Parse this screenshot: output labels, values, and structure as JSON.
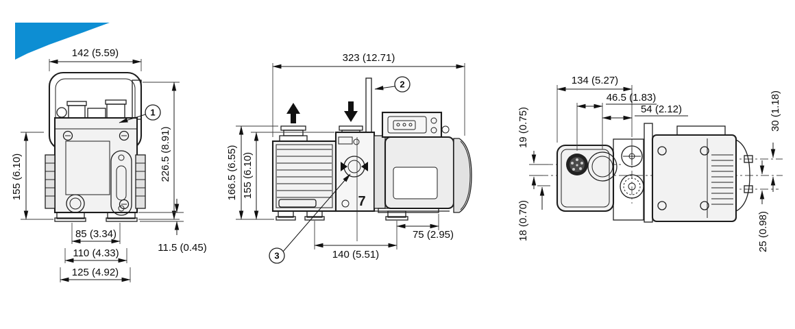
{
  "colors": {
    "swoosh_blue": "#0d8ed3",
    "line_black": "#1d1d1d",
    "background": "#ffffff"
  },
  "drawing": {
    "views": {
      "front": {
        "dims": {
          "handle_width": "142 (5.59)",
          "body_height": "155 (6.10)",
          "overall_height": "226.5 (8.91)",
          "foot_height": "11.5 (0.45)",
          "slot_spacing": "85 (3.34)",
          "foot_spacing": "110 (4.33)",
          "base_width": "125 (4.92)"
        },
        "callout": "1"
      },
      "side": {
        "dims": {
          "overall_length": "323 (12.71)",
          "intake_height": "166.5 (6.55)",
          "housing_height": "155 (6.10)",
          "foot_pitch": "140 (5.51)",
          "base_overhang": "75 (2.95)"
        },
        "callout_exhaust": "2",
        "callout_sightglass": "3",
        "marking": "7"
      },
      "top": {
        "dims": {
          "head_length": "134 (5.27)",
          "ballast_offset": "46.5 (1.83)",
          "knob_offset": "54 (2.12)",
          "upper_axis_offset": "19 (0.75)",
          "lower_axis_offset": "18 (0.70)",
          "right_port_upper": "30 (1.18)",
          "right_port_lower": "25 (0.98)"
        }
      }
    }
  }
}
